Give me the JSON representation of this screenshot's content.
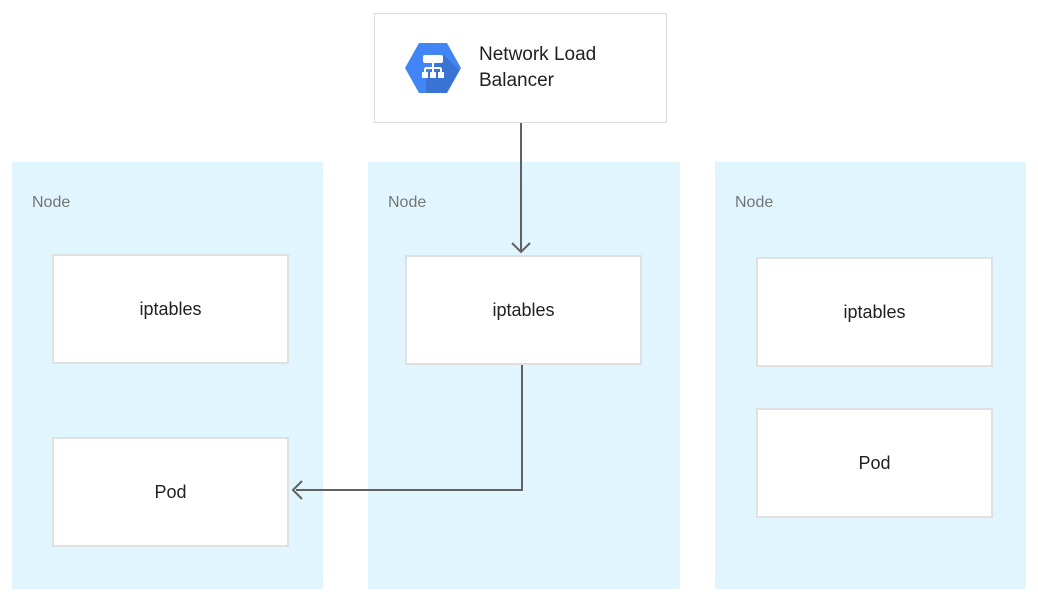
{
  "load_balancer": {
    "label": "Network Load Balancer",
    "icon": "network-load-balancer-hexagon-icon"
  },
  "nodes": [
    {
      "label": "Node",
      "iptables_label": "iptables",
      "pod_label": "Pod"
    },
    {
      "label": "Node",
      "iptables_label": "iptables"
    },
    {
      "label": "Node",
      "iptables_label": "iptables",
      "pod_label": "Pod"
    }
  ],
  "arrows": [
    {
      "name": "load-balancer-to-middle-iptables",
      "direction": "down"
    },
    {
      "name": "middle-iptables-to-left-pod",
      "direction": "down-then-left"
    }
  ],
  "colors": {
    "node_panel_background": "#e1f5fe",
    "box_background": "#ffffff",
    "box_border": "#e0e0e0",
    "card_border": "#dcdcdc",
    "arrow": "#616161",
    "icon_hexagon_blue": "#4285f4",
    "icon_glyph": "#ffffff",
    "node_label_text": "#757575",
    "box_text": "#212121"
  }
}
